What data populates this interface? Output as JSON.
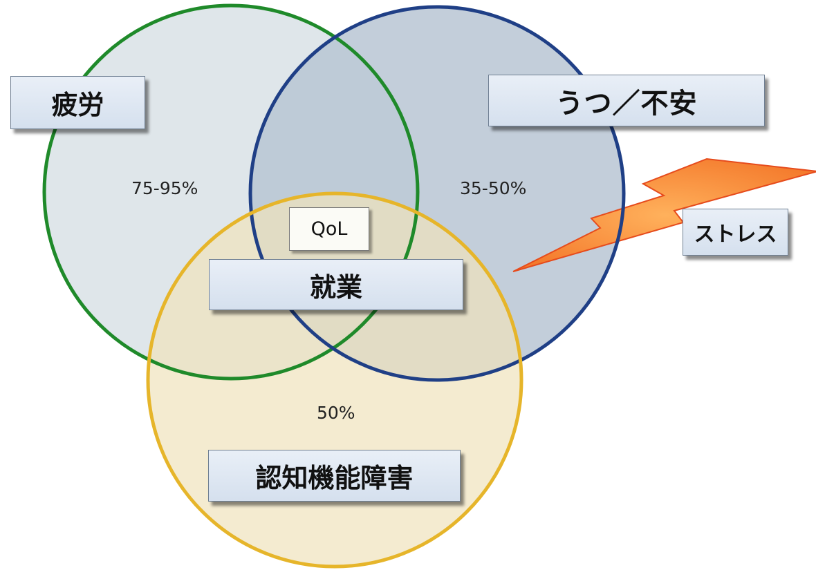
{
  "circles": {
    "fatigue": {
      "stroke": "#1f8a2a",
      "fill": "#dfe6ea"
    },
    "depression": {
      "stroke": "#1f3f86",
      "fill": "#b9c6d4"
    },
    "cognitive": {
      "stroke": "#e6b52a",
      "fill": "#efe2bc"
    }
  },
  "labels": {
    "fatigue": "疲労",
    "depression": "うつ／不安",
    "cognitive": "認知機能障害",
    "center_qol": "QoL",
    "center_employment": "就業",
    "stress": "ストレス"
  },
  "percentages": {
    "fatigue": "75-95%",
    "depression": "35-50%",
    "cognitive": "50%"
  },
  "lightning": {
    "fill": "#f7893a",
    "stroke": "#e64b1c"
  }
}
